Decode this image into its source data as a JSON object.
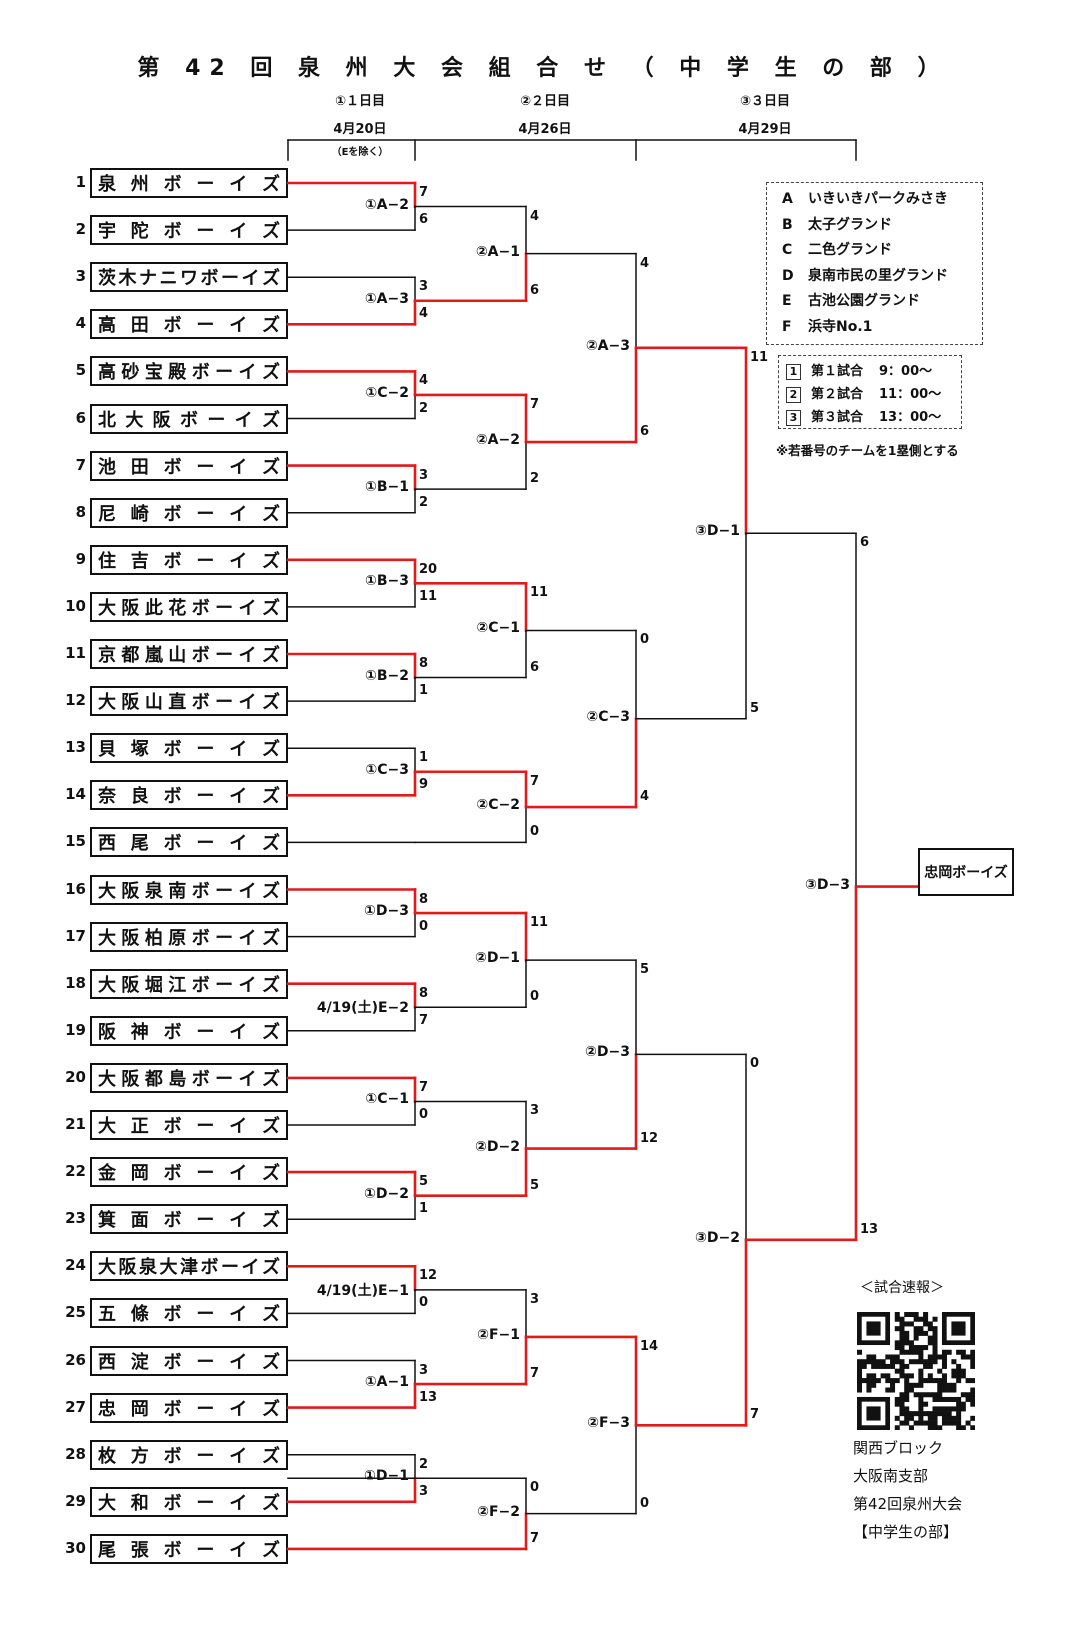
{
  "title": "第 42 回 泉 州 大 会 組 合 せ （ 中 学 生 の 部 ）",
  "days": [
    {
      "round": "①１日目",
      "date": "4月20日",
      "note": "（Eを除く）"
    },
    {
      "round": "②２日目",
      "date": "4月26日",
      "note": ""
    },
    {
      "round": "③３日目",
      "date": "4月29日",
      "note": ""
    }
  ],
  "teams": [
    {
      "num": "1",
      "name": "泉州ボーイズ"
    },
    {
      "num": "2",
      "name": "宇陀ボーイズ"
    },
    {
      "num": "3",
      "name": "茨木ナニワボーイズ"
    },
    {
      "num": "4",
      "name": "高田ボーイズ"
    },
    {
      "num": "5",
      "name": "高砂宝殿ボーイズ"
    },
    {
      "num": "6",
      "name": "北大阪ボーイズ"
    },
    {
      "num": "7",
      "name": "池田ボーイズ"
    },
    {
      "num": "8",
      "name": "尼崎ボーイズ"
    },
    {
      "num": "9",
      "name": "住吉ボーイズ"
    },
    {
      "num": "10",
      "name": "大阪此花ボーイズ"
    },
    {
      "num": "11",
      "name": "京都嵐山ボーイズ"
    },
    {
      "num": "12",
      "name": "大阪山直ボーイズ"
    },
    {
      "num": "13",
      "name": "貝塚ボーイズ"
    },
    {
      "num": "14",
      "name": "奈良ボーイズ"
    },
    {
      "num": "15",
      "name": "西尾ボーイズ"
    },
    {
      "num": "16",
      "name": "大阪泉南ボーイズ"
    },
    {
      "num": "17",
      "name": "大阪柏原ボーイズ"
    },
    {
      "num": "18",
      "name": "大阪堀江ボーイズ"
    },
    {
      "num": "19",
      "name": "阪神ボーイズ"
    },
    {
      "num": "20",
      "name": "大阪都島ボーイズ"
    },
    {
      "num": "21",
      "name": "大正ボーイズ"
    },
    {
      "num": "22",
      "name": "金岡ボーイズ"
    },
    {
      "num": "23",
      "name": "箕面ボーイズ"
    },
    {
      "num": "24",
      "name": "大阪泉大津ボーイズ"
    },
    {
      "num": "25",
      "name": "五條ボーイズ"
    },
    {
      "num": "26",
      "name": "西淀ボーイズ"
    },
    {
      "num": "27",
      "name": "忠岡ボーイズ"
    },
    {
      "num": "28",
      "name": "枚方ボーイズ"
    },
    {
      "num": "29",
      "name": "大和ボーイズ"
    },
    {
      "num": "30",
      "name": "尾張ボーイズ"
    }
  ],
  "matches": [
    {
      "id": "r1-1",
      "label": "①A−2",
      "top_score": "7",
      "bottom_score": "6",
      "winner": "top"
    },
    {
      "id": "r1-2",
      "label": "①A−3",
      "top_score": "3",
      "bottom_score": "4",
      "winner": "bottom"
    },
    {
      "id": "r1-3",
      "label": "①C−2",
      "top_score": "4",
      "bottom_score": "2",
      "winner": "top"
    },
    {
      "id": "r1-4",
      "label": "①B−1",
      "top_score": "3",
      "bottom_score": "2",
      "winner": "top"
    },
    {
      "id": "r1-5",
      "label": "①B−3",
      "top_score": "20",
      "bottom_score": "11",
      "winner": "top"
    },
    {
      "id": "r1-6",
      "label": "①B−2",
      "top_score": "8",
      "bottom_score": "1",
      "winner": "top"
    },
    {
      "id": "r1-7",
      "label": "①C−3",
      "top_score": "1",
      "bottom_score": "9",
      "winner": "bottom"
    },
    {
      "id": "r1-8",
      "label": "①D−3",
      "top_score": "8",
      "bottom_score": "0",
      "winner": "top"
    },
    {
      "id": "r1-9",
      "label": "4/19(土)E−2",
      "top_score": "8",
      "bottom_score": "7",
      "winner": "top"
    },
    {
      "id": "r1-10",
      "label": "①C−1",
      "top_score": "7",
      "bottom_score": "0",
      "winner": "top"
    },
    {
      "id": "r1-11",
      "label": "①D−2",
      "top_score": "5",
      "bottom_score": "1",
      "winner": "top"
    },
    {
      "id": "r1-12",
      "label": "4/19(土)E−1",
      "top_score": "12",
      "bottom_score": "0",
      "winner": "top"
    },
    {
      "id": "r1-13",
      "label": "①A−1",
      "top_score": "3",
      "bottom_score": "13",
      "winner": "bottom"
    },
    {
      "id": "r1-14",
      "label": "①D−1",
      "top_score": "2",
      "bottom_score": "3",
      "winner": "bottom"
    },
    {
      "id": "r2-1",
      "label": "②A−1",
      "top_score": "4",
      "bottom_score": "6",
      "winner": "bottom"
    },
    {
      "id": "r2-2",
      "label": "②A−2",
      "top_score": "7",
      "bottom_score": "2",
      "winner": "top"
    },
    {
      "id": "r2-3",
      "label": "②C−1",
      "top_score": "11",
      "bottom_score": "6",
      "winner": "top"
    },
    {
      "id": "r2-4",
      "label": "②C−2",
      "top_score": "7",
      "bottom_score": "0",
      "winner": "top"
    },
    {
      "id": "r2-5",
      "label": "②D−1",
      "top_score": "11",
      "bottom_score": "0",
      "winner": "top"
    },
    {
      "id": "r2-6",
      "label": "②D−2",
      "top_score": "3",
      "bottom_score": "5",
      "winner": "bottom"
    },
    {
      "id": "r2-7",
      "label": "②F−1",
      "top_score": "3",
      "bottom_score": "7",
      "winner": "bottom"
    },
    {
      "id": "r2-8",
      "label": "②F−2",
      "top_score": "0",
      "bottom_score": "7",
      "winner": "bottom"
    },
    {
      "id": "r3-1",
      "label": "②A−3",
      "top_score": "4",
      "bottom_score": "6",
      "winner": "bottom"
    },
    {
      "id": "r3-2",
      "label": "②C−3",
      "top_score": "0",
      "bottom_score": "4",
      "winner": "bottom"
    },
    {
      "id": "r3-3",
      "label": "②D−3",
      "top_score": "5",
      "bottom_score": "12",
      "winner": "bottom"
    },
    {
      "id": "r3-4",
      "label": "②F−3",
      "top_score": "14",
      "bottom_score": "0",
      "winner": "top"
    },
    {
      "id": "r4-1",
      "label": "③D−1",
      "top_score": "11",
      "bottom_score": "5",
      "winner": "top"
    },
    {
      "id": "r4-2",
      "label": "③D−2",
      "top_score": "0",
      "bottom_score": "7",
      "winner": "bottom"
    },
    {
      "id": "final",
      "label": "③D−3",
      "top_score": "6",
      "bottom_score": "13",
      "winner": "bottom"
    }
  ],
  "champion": "忠岡ボーイズ",
  "venues": [
    {
      "code": "A",
      "name": "いきいきパークみさき"
    },
    {
      "code": "B",
      "name": "太子グランド"
    },
    {
      "code": "C",
      "name": "二色グランド"
    },
    {
      "code": "D",
      "name": "泉南市民の里グランド"
    },
    {
      "code": "E",
      "name": "古池公園グランド"
    },
    {
      "code": "F",
      "name": "浜寺No.1"
    }
  ],
  "slots": [
    {
      "num": "1",
      "label": "第１試合",
      "time": "9：00〜"
    },
    {
      "num": "2",
      "label": "第２試合",
      "time": "11：00〜"
    },
    {
      "num": "3",
      "label": "第３試合",
      "time": "13：00〜"
    }
  ],
  "note": "※若番号のチームを1塁側とする",
  "sokuho": "＜試合速報＞",
  "info_lines": [
    "関西ブロック",
    "大阪南支部",
    "第42回泉州大会",
    "【中学生の部】"
  ],
  "colors": {
    "win_line": "#e01b1b",
    "line": "#111111"
  }
}
